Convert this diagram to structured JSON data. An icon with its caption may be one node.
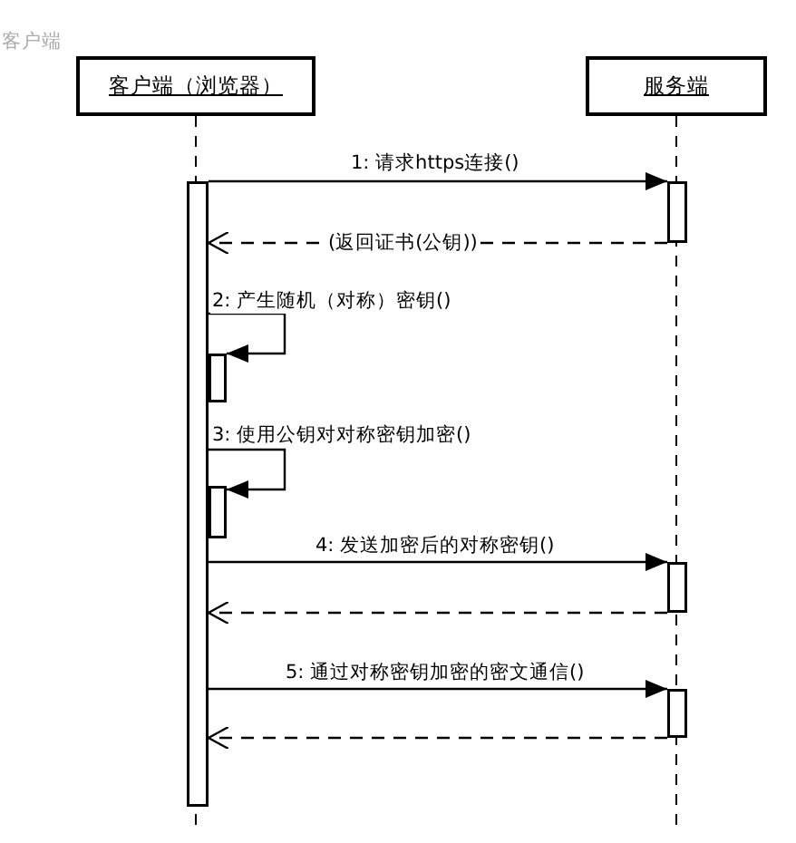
{
  "diagram": {
    "nodes": [
      {
        "text": [
          "客户端（浏览器）"
        ]
      },
      {
        "text": [
          "服务端"
        ]
      },
      {
        "text": [],
        "shape": "bar"
      },
      {
        "text": [],
        "shape": "bar"
      },
      {
        "text": [],
        "shape": "bar"
      },
      {
        "text": [],
        "shape": "bar"
      },
      {
        "text": [],
        "shape": "bar"
      },
      {
        "text": [],
        "shape": "bar"
      }
    ],
    "edges": [
      {
        "from": 2,
        "to": 5,
        "arrow": "to",
        "label": "1: 请求https连接()"
      },
      {
        "from": 5,
        "to": 2,
        "arrow": "to",
        "style": "dashed",
        "label": "(返回证书(公钥))"
      },
      {
        "from": 2,
        "to": 3,
        "arrow": "to",
        "label": "2: 产生随机（对称）密钥()"
      },
      {
        "from": 2,
        "to": 4,
        "arrow": "to",
        "label": "3: 使用公钥对对称密钥加密()"
      },
      {
        "from": 2,
        "to": 6,
        "arrow": "to",
        "label": "4: 发送加密后的对称密钥()"
      },
      {
        "from": 6,
        "to": 2,
        "arrow": "to",
        "style": "dashed"
      },
      {
        "from": 2,
        "to": 7,
        "arrow": "to",
        "label": "5: 通过对称密钥加密的密文通信()"
      },
      {
        "from": 7,
        "to": 2,
        "arrow": "to",
        "style": "dashed"
      }
    ],
    "labels": [
      "客户端"
    ]
  }
}
